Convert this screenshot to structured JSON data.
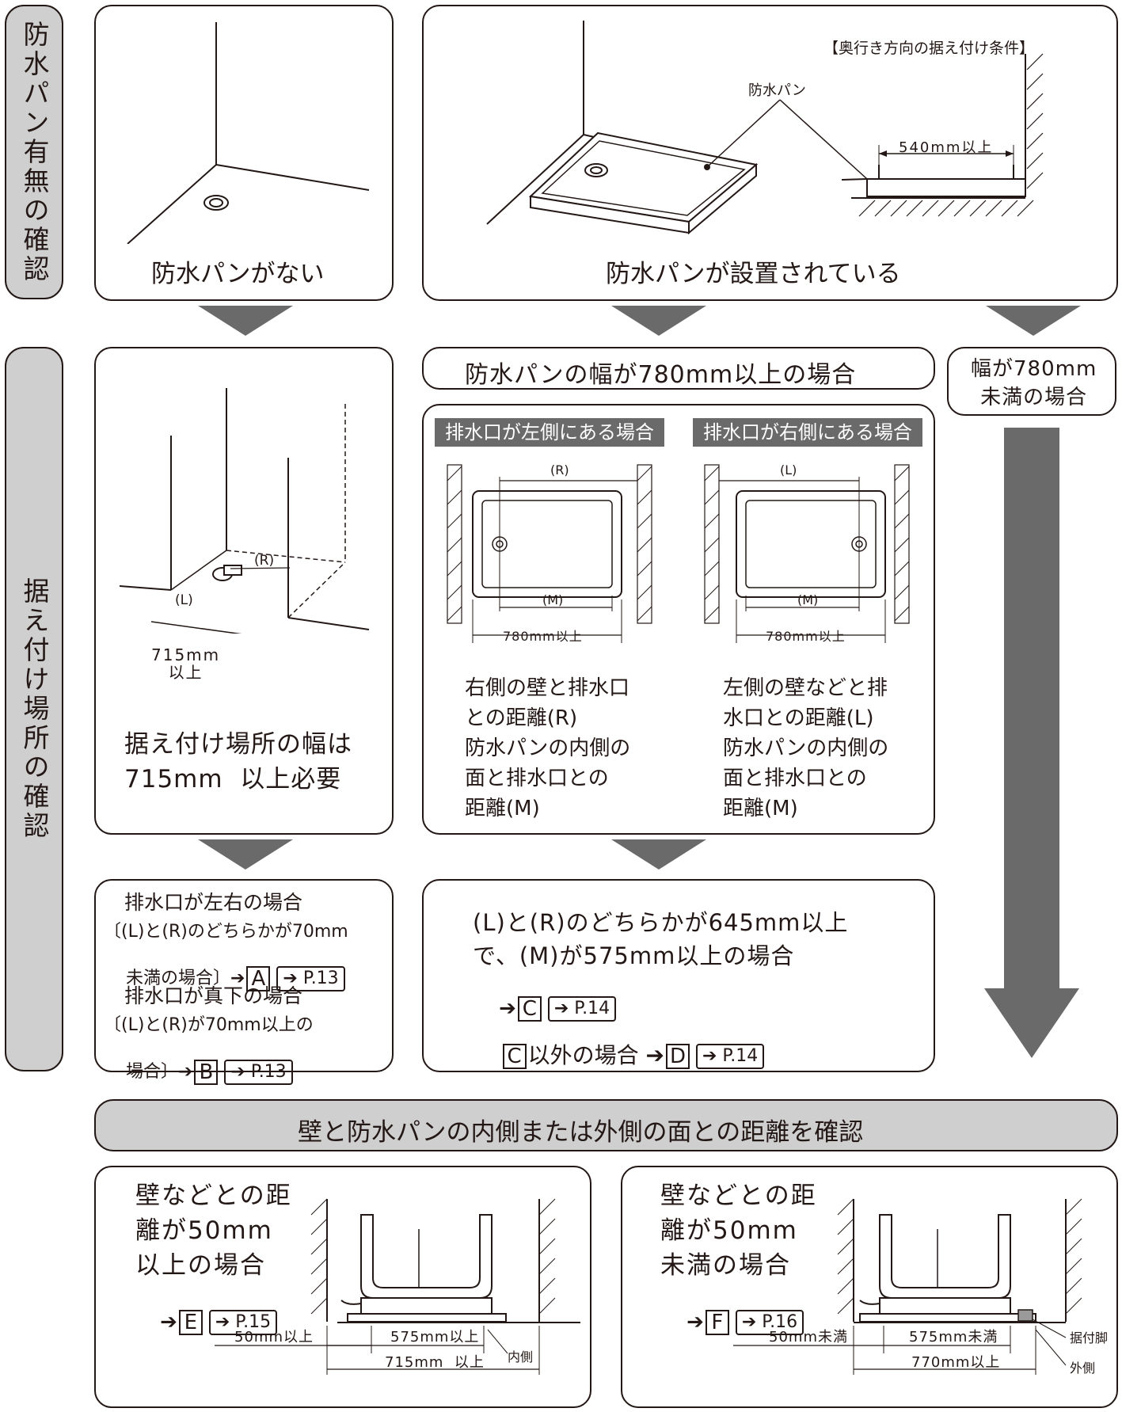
{
  "sidebar": {
    "check_pan": "防水パン有無の確認",
    "check_location": "据え付け場所の確認"
  },
  "top": {
    "no_pan_caption": "防水パンがない",
    "pan_caption": "防水パンが設置されている",
    "depth_condition": "【奥行き方向の据え付け条件】",
    "pan_label": "防水パン",
    "depth_dim": "540mm以上"
  },
  "mid": {
    "over780_header": "防水パンの幅が780mm以上の場合",
    "under780_header": "幅が780mm\n未満の場合",
    "left_drain_band": "排水口が左側にある場合",
    "right_drain_band": "排水口が右側にある場合",
    "dim_R": "(R)",
    "dim_L": "(L)",
    "dim_M": "(M)",
    "dim_780": "780mm以上",
    "left_desc": "右側の壁と排水口\nとの距離(R)\n防水パンの内側の\n面と排水口との\n距離(M)",
    "right_desc": "左側の壁などと排\n水口との距離(L)\n防水パンの内側の\n面と排水口との\n距離(M)",
    "no_pan_dim_R": "(R)",
    "no_pan_dim_L": "(L)",
    "no_pan_dim_715": "715mm\n以上",
    "no_pan_width_text": "据え付け場所の幅は\n715mm  以上必要"
  },
  "result_left": {
    "line1": "排水口が左右の場合",
    "line2": "〔(L)と(R)のどちらかが70mm",
    "line3": "未満の場合〕➔",
    "letter_a": "A",
    "ref_a": "➔ P.13",
    "line4": "排水口が真下の場合",
    "line5": "〔(L)と(R)が70mm以上の",
    "line6": "場合〕➔",
    "letter_b": "B",
    "ref_b": "➔ P.13"
  },
  "result_mid": {
    "line1": "(L)と(R)のどちらかが645mm以上",
    "line2": "で、(M)が575mm以上の場合",
    "arrow": "➔",
    "letter_c": "C",
    "ref_c": "➔ P.14",
    "letter_c2": "C",
    "other_text": "以外の場合 ➔",
    "letter_d": "D",
    "ref_d": "➔ P.14"
  },
  "bottom": {
    "header": "壁と防水パンの内側または外側の面との距離を確認",
    "left_text": "壁などとの距\n離が50mm\n以上の場合",
    "arrow": "➔",
    "letter_e": "E",
    "ref_e": "➔ P.15",
    "left_dim_50": "50mm以上",
    "left_dim_575": "575mm以上",
    "left_inner": "内側",
    "left_dim_715": "715mm  以上",
    "right_text": "壁などとの距\n離が50mm\n未満の場合",
    "letter_f": "F",
    "ref_f": "➔ P.16",
    "right_dim_50": "50mm未満",
    "right_dim_575": "575mm未満",
    "right_foot": "据付脚",
    "right_outer": "外側",
    "right_dim_770": "770mm以上"
  }
}
